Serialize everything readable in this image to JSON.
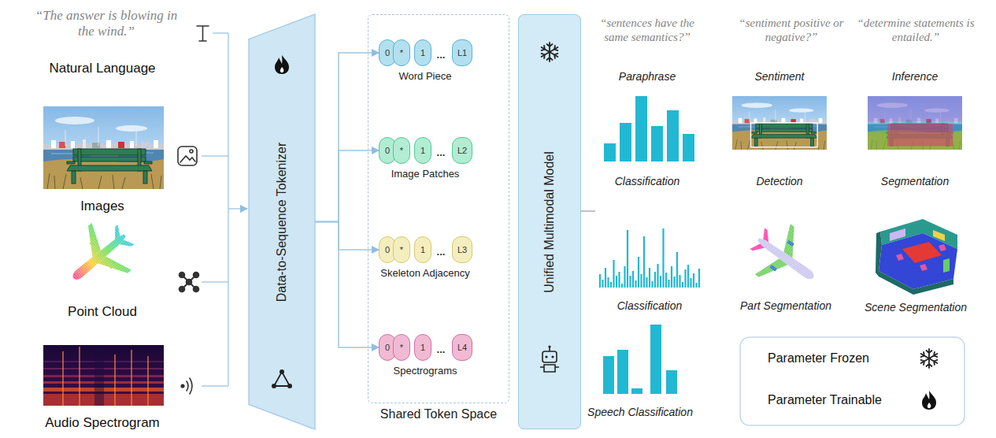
{
  "diagram": {
    "nodes": [
      {
        "text": [
          "Data-to-Sequence Tokenizer"
        ]
      },
      {
        "text": [
          "Shared Token Space"
        ]
      },
      {
        "text": [
          "0"
        ],
        "in": 1
      },
      {
        "text": [
          "*"
        ],
        "in": 1
      },
      {
        "text": [
          "1"
        ],
        "in": 1
      },
      {
        "text": [
          "L1"
        ],
        "in": 1
      },
      {
        "text": [
          "0"
        ],
        "in": 1
      },
      {
        "text": [
          "*"
        ],
        "in": 1
      },
      {
        "text": [
          "1"
        ],
        "in": 1
      },
      {
        "text": [
          "L2"
        ],
        "in": 1
      },
      {
        "text": [
          "0"
        ],
        "in": 1
      },
      {
        "text": [
          "*"
        ],
        "in": 1
      },
      {
        "text": [
          "1"
        ],
        "in": 1
      },
      {
        "text": [
          "L3"
        ],
        "in": 1
      },
      {
        "text": [
          "0"
        ],
        "in": 1
      },
      {
        "text": [
          "*"
        ],
        "in": 1
      },
      {
        "text": [
          "1"
        ],
        "in": 1
      },
      {
        "text": [
          "L4"
        ],
        "in": 1
      },
      {
        "text": [
          "Unified Multimodal Model"
        ]
      }
    ],
    "edges": [
      {
        "from": 0,
        "to": 2,
        "arrow": "to"
      },
      {
        "from": 0,
        "to": 6,
        "arrow": "to"
      },
      {
        "from": 0,
        "to": 10,
        "arrow": "to"
      },
      {
        "from": 0,
        "to": 14,
        "arrow": "to"
      }
    ],
    "labels": [
      "“The answer is blowing in the wind.”",
      "Natural Language",
      "Images",
      "Point Cloud",
      "Audio Spectrogram",
      "...",
      "Word Piece",
      "...",
      "Image Patches",
      "...",
      "Skeleton Adjacency",
      "...",
      "Spectrograms",
      "“sentences have the same semantics?”",
      "“sentiment positive or negative?”",
      "“determine statements is entailed.”",
      "Paraphrase",
      "Sentiment",
      "Inference",
      "Classification",
      "Detection",
      "Segmentation",
      "Classification",
      "Part Segmentation",
      "Scene Segmentation",
      "Speech Classification"
    ],
    "legend": [
      {
        "text": "Parameter Frozen"
      },
      {
        "text": "Parameter Trainable"
      }
    ]
  }
}
